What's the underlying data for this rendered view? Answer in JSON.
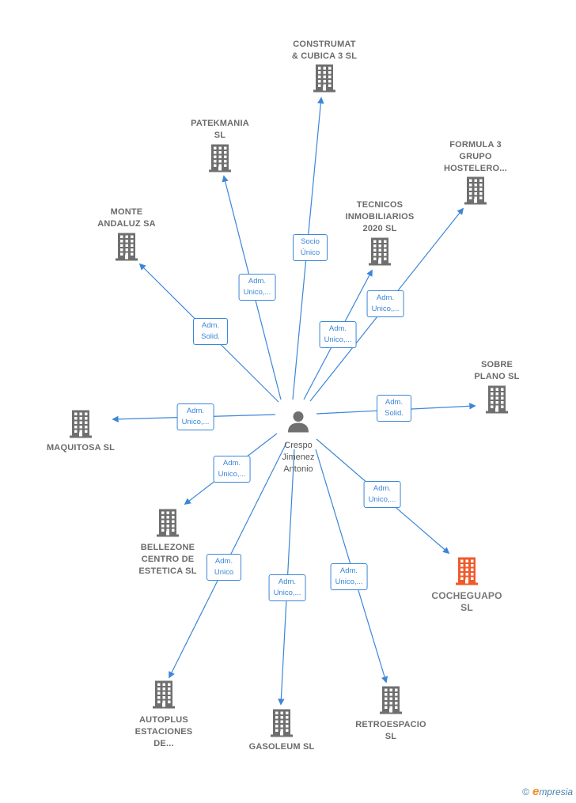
{
  "center": {
    "name": "Crespo\nJimenez\nAntonio",
    "icon": "person-icon"
  },
  "colors": {
    "edge": "#3c86d8",
    "building": "#6f6f6f",
    "highlight": "#ef5a2a"
  },
  "companies": [
    {
      "id": "construmat",
      "label": "CONSTRUMAT\n& CUBICA 3  SL",
      "relation": "Socio\nÚnico",
      "highlight": false
    },
    {
      "id": "patekmania",
      "label": "PATEKMANIA\nSL",
      "relation": "Adm.\nUnico,...",
      "highlight": false
    },
    {
      "id": "formula3",
      "label": "FORMULA 3\nGRUPO\nHOSTELERO...",
      "relation": "Adm.\nUnico,...",
      "highlight": false
    },
    {
      "id": "tecnicos",
      "label": "TECNICOS\nINMOBILIARIOS\n2020  SL",
      "relation": "Adm.\nUnico,...",
      "highlight": false
    },
    {
      "id": "monte",
      "label": "MONTE\nANDALUZ SA",
      "relation": "Adm.\nSolid.",
      "highlight": false
    },
    {
      "id": "sobreplano",
      "label": "SOBRE\nPLANO SL",
      "relation": "Adm.\nSolid.",
      "highlight": false
    },
    {
      "id": "maquitosa",
      "label": "MAQUITOSA SL",
      "relation": "Adm.\nUnico,...",
      "highlight": false
    },
    {
      "id": "bellezone",
      "label": "BELLEZONE\nCENTRO DE\nESTETICA  SL",
      "relation": "Adm.\nUnico,...",
      "highlight": false
    },
    {
      "id": "cocheguapo",
      "label": "COCHEGUAPO\nSL",
      "relation": "Adm.\nUnico,...",
      "highlight": true
    },
    {
      "id": "autoplus",
      "label": "AUTOPLUS\nESTACIONES\nDE...",
      "relation": "Adm.\nUnico",
      "highlight": false
    },
    {
      "id": "gasoleum",
      "label": "GASOLEUM  SL",
      "relation": "Adm.\nUnico,...",
      "highlight": false
    },
    {
      "id": "retroespacio",
      "label": "RETROESPACIO\nSL",
      "relation": "Adm.\nUnico,...",
      "highlight": false
    }
  ],
  "footer": {
    "copyright": "©",
    "brand_initial": "e",
    "brand_rest": "mpresia"
  }
}
